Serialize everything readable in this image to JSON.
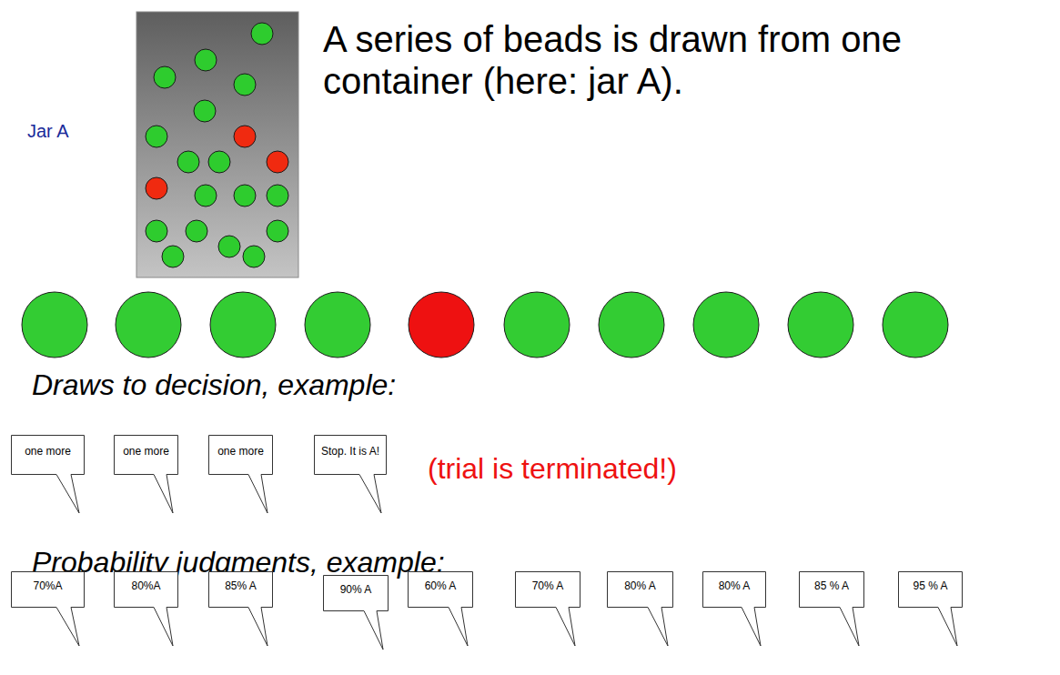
{
  "diagram": {
    "nodes": [
      {
        "text": [
          "one more"
        ]
      },
      {
        "text": [
          "one more"
        ]
      },
      {
        "text": [
          "one more"
        ]
      },
      {
        "text": [
          "Stop. It is A!"
        ]
      },
      {
        "text": [
          "70%A"
        ]
      },
      {
        "text": [
          "80%A"
        ]
      },
      {
        "text": [
          "85% A"
        ]
      },
      {
        "text": [
          "90% A"
        ]
      },
      {
        "text": [
          "60% A"
        ]
      },
      {
        "text": [
          "70% A"
        ]
      },
      {
        "text": [
          "80% A"
        ]
      },
      {
        "text": [
          "80% A"
        ]
      },
      {
        "text": [
          "85 % A"
        ]
      },
      {
        "text": [
          "95 % A"
        ]
      }
    ],
    "labels": [
      "Jar A",
      "A series of beads is drawn from one container (here: jar A).",
      "Draws to decision, example:",
      "(trial is terminated!)",
      "Probability judgments, example:"
    ]
  }
}
